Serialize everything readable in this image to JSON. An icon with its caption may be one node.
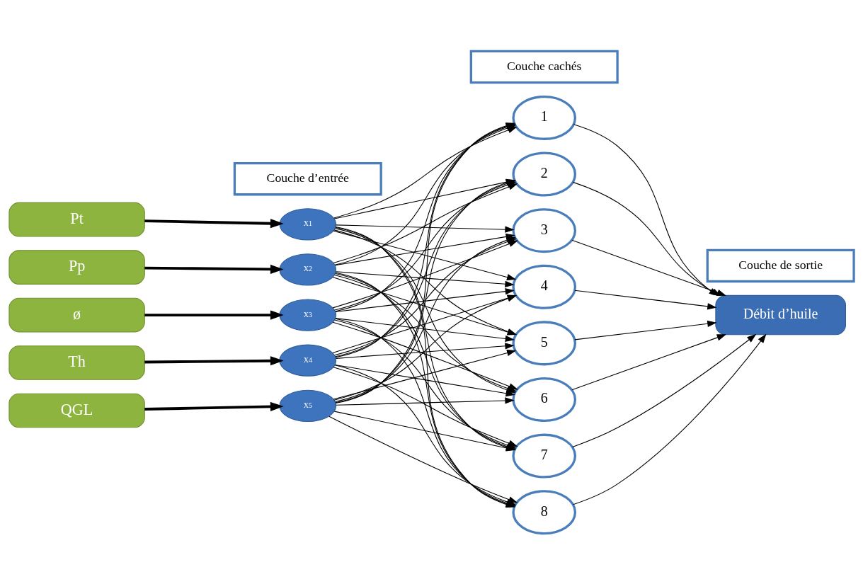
{
  "diagram": {
    "nodes": [
      {
        "text": [
          "Pt"
        ]
      },
      {
        "text": [
          "Pp"
        ]
      },
      {
        "text": [
          "ø"
        ]
      },
      {
        "text": [
          "Th"
        ]
      },
      {
        "text": [
          "QGL"
        ]
      },
      {
        "text": [
          "X1"
        ]
      },
      {
        "text": [
          "X2"
        ]
      },
      {
        "text": [
          "X3"
        ]
      },
      {
        "text": [
          "X4"
        ]
      },
      {
        "text": [
          "X5"
        ]
      },
      {
        "text": [
          "1"
        ]
      },
      {
        "text": [
          "2"
        ]
      },
      {
        "text": [
          "3"
        ]
      },
      {
        "text": [
          "4"
        ]
      },
      {
        "text": [
          "5"
        ]
      },
      {
        "text": [
          "6"
        ]
      },
      {
        "text": [
          "7"
        ]
      },
      {
        "text": [
          "8"
        ]
      },
      {
        "text": [
          "Débit d’huile"
        ]
      },
      {
        "text": [
          "Couche d’entrée"
        ]
      },
      {
        "text": [
          "Couche cachés"
        ]
      },
      {
        "text": [
          "Couche de sortie"
        ]
      }
    ],
    "edges": [
      {
        "from": 0,
        "to": 5,
        "arrow": "to",
        "style": "thick"
      },
      {
        "from": 1,
        "to": 6,
        "arrow": "to",
        "style": "thick"
      },
      {
        "from": 2,
        "to": 7,
        "arrow": "to",
        "style": "thick"
      },
      {
        "from": 3,
        "to": 8,
        "arrow": "to",
        "style": "thick"
      },
      {
        "from": 4,
        "to": 9,
        "arrow": "to",
        "style": "thick"
      },
      {
        "from": 5,
        "to": 10,
        "arrow": "to"
      },
      {
        "from": 5,
        "to": 11,
        "arrow": "to"
      },
      {
        "from": 5,
        "to": 12,
        "arrow": "to"
      },
      {
        "from": 5,
        "to": 13,
        "arrow": "to"
      },
      {
        "from": 5,
        "to": 14,
        "arrow": "to"
      },
      {
        "from": 5,
        "to": 15,
        "arrow": "to"
      },
      {
        "from": 5,
        "to": 16,
        "arrow": "to"
      },
      {
        "from": 5,
        "to": 17,
        "arrow": "to"
      },
      {
        "from": 6,
        "to": 10,
        "arrow": "to"
      },
      {
        "from": 6,
        "to": 11,
        "arrow": "to"
      },
      {
        "from": 6,
        "to": 12,
        "arrow": "to"
      },
      {
        "from": 6,
        "to": 13,
        "arrow": "to"
      },
      {
        "from": 6,
        "to": 14,
        "arrow": "to"
      },
      {
        "from": 6,
        "to": 15,
        "arrow": "to"
      },
      {
        "from": 6,
        "to": 16,
        "arrow": "to"
      },
      {
        "from": 6,
        "to": 17,
        "arrow": "to"
      },
      {
        "from": 7,
        "to": 10,
        "arrow": "to"
      },
      {
        "from": 7,
        "to": 11,
        "arrow": "to"
      },
      {
        "from": 7,
        "to": 12,
        "arrow": "to"
      },
      {
        "from": 7,
        "to": 13,
        "arrow": "to"
      },
      {
        "from": 7,
        "to": 14,
        "arrow": "to"
      },
      {
        "from": 7,
        "to": 15,
        "arrow": "to"
      },
      {
        "from": 7,
        "to": 16,
        "arrow": "to"
      },
      {
        "from": 7,
        "to": 17,
        "arrow": "to"
      },
      {
        "from": 8,
        "to": 10,
        "arrow": "to"
      },
      {
        "from": 8,
        "to": 11,
        "arrow": "to"
      },
      {
        "from": 8,
        "to": 12,
        "arrow": "to"
      },
      {
        "from": 8,
        "to": 13,
        "arrow": "to"
      },
      {
        "from": 8,
        "to": 14,
        "arrow": "to"
      },
      {
        "from": 8,
        "to": 15,
        "arrow": "to"
      },
      {
        "from": 8,
        "to": 16,
        "arrow": "to"
      },
      {
        "from": 8,
        "to": 17,
        "arrow": "to"
      },
      {
        "from": 9,
        "to": 10,
        "arrow": "to"
      },
      {
        "from": 9,
        "to": 11,
        "arrow": "to"
      },
      {
        "from": 9,
        "to": 12,
        "arrow": "to"
      },
      {
        "from": 9,
        "to": 13,
        "arrow": "to"
      },
      {
        "from": 9,
        "to": 14,
        "arrow": "to"
      },
      {
        "from": 9,
        "to": 15,
        "arrow": "to"
      },
      {
        "from": 9,
        "to": 16,
        "arrow": "to"
      },
      {
        "from": 9,
        "to": 17,
        "arrow": "to"
      },
      {
        "from": 10,
        "to": 18,
        "arrow": "to"
      },
      {
        "from": 11,
        "to": 18,
        "arrow": "to"
      },
      {
        "from": 12,
        "to": 18,
        "arrow": "to"
      },
      {
        "from": 13,
        "to": 18,
        "arrow": "to"
      },
      {
        "from": 14,
        "to": 18,
        "arrow": "to"
      },
      {
        "from": 15,
        "to": 18,
        "arrow": "to"
      },
      {
        "from": 16,
        "to": 18,
        "arrow": "to"
      },
      {
        "from": 17,
        "to": 18,
        "arrow": "to"
      }
    ]
  }
}
